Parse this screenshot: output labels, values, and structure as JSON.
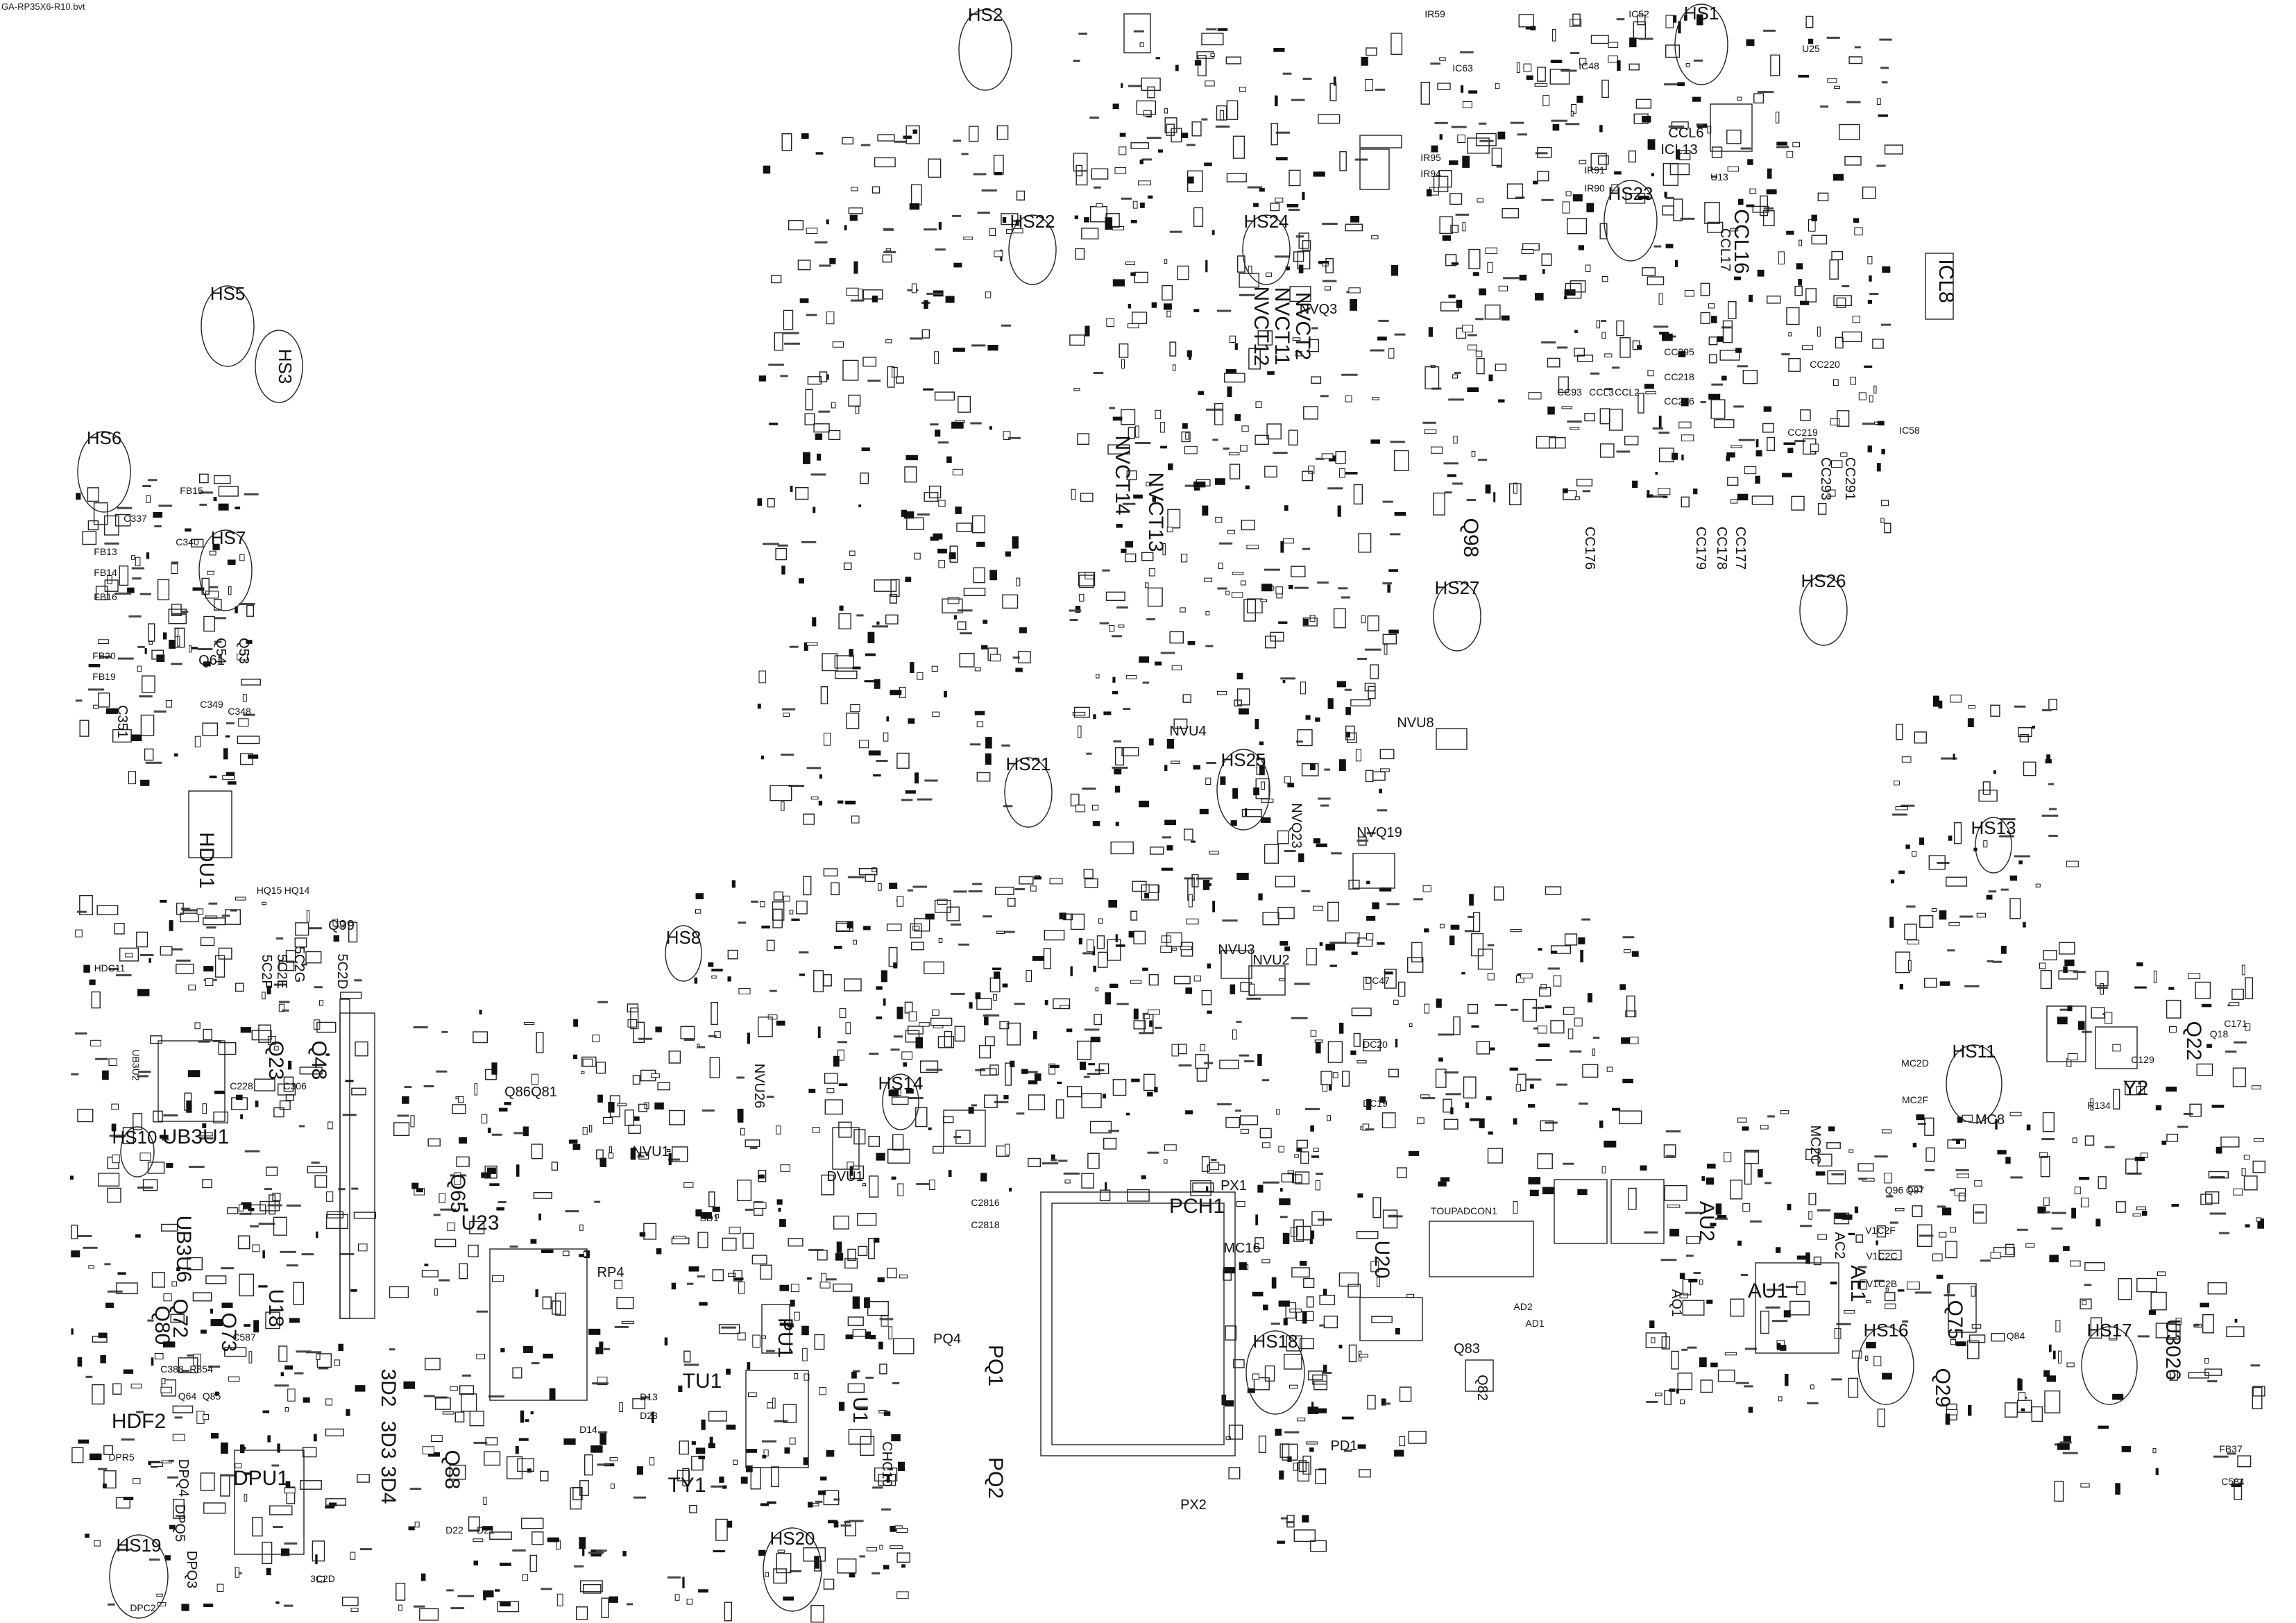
{
  "title": "GA-RP35X6-R10.bvt",
  "heatsinks": [
    {
      "label": "HS1"
    },
    {
      "label": "HS2"
    },
    {
      "label": "HS3"
    },
    {
      "label": "HS5"
    },
    {
      "label": "HS6"
    },
    {
      "label": "HS7"
    },
    {
      "label": "HS8"
    },
    {
      "label": "HS10"
    },
    {
      "label": "HS11"
    },
    {
      "label": "HS13"
    },
    {
      "label": "HS14"
    },
    {
      "label": "HS16"
    },
    {
      "label": "HS17"
    },
    {
      "label": "HS18"
    },
    {
      "label": "HS19"
    },
    {
      "label": "HS20"
    },
    {
      "label": "HS21"
    },
    {
      "label": "HS22"
    },
    {
      "label": "HS23"
    },
    {
      "label": "HS24"
    },
    {
      "label": "HS25"
    },
    {
      "label": "HS26"
    },
    {
      "label": "HS27"
    }
  ],
  "big_parts": [
    {
      "label": "PCH1"
    },
    {
      "label": "AU1"
    },
    {
      "label": "UB3U1"
    },
    {
      "label": "HDU1"
    },
    {
      "label": "DPU1"
    },
    {
      "label": "TU1"
    },
    {
      "label": "NVU1"
    },
    {
      "label": "U23"
    },
    {
      "label": "PU1"
    },
    {
      "label": "U1"
    },
    {
      "label": "PQ1"
    },
    {
      "label": "PQ2"
    },
    {
      "label": "PX2"
    },
    {
      "label": "DVU1"
    },
    {
      "label": "U20"
    },
    {
      "label": "AU2"
    },
    {
      "label": "AL1"
    },
    {
      "label": "AQ1"
    },
    {
      "label": "ICL8"
    },
    {
      "label": "CCL16"
    },
    {
      "label": "CCL17"
    },
    {
      "label": "ICL13"
    },
    {
      "label": "CCL6"
    },
    {
      "label": "NVCT2"
    },
    {
      "label": "NVCT11"
    },
    {
      "label": "NVCT12"
    },
    {
      "label": "NVCT13"
    },
    {
      "label": "NVCT14"
    },
    {
      "label": "NVQ3"
    },
    {
      "label": "NVU8"
    },
    {
      "label": "NVU3"
    },
    {
      "label": "NVU2"
    },
    {
      "label": "NVU26"
    },
    {
      "label": "NVQ19"
    },
    {
      "label": "NVU4"
    },
    {
      "label": "NVQ23"
    },
    {
      "label": "Q23"
    },
    {
      "label": "Q48"
    },
    {
      "label": "Q65"
    },
    {
      "label": "Q88"
    },
    {
      "label": "Q72"
    },
    {
      "label": "Q73"
    },
    {
      "label": "Q80"
    },
    {
      "label": "U18"
    },
    {
      "label": "UB3U6"
    },
    {
      "label": "HDF2"
    },
    {
      "label": "TY1"
    },
    {
      "label": "Q29"
    },
    {
      "label": "Q75"
    },
    {
      "label": "Q22"
    },
    {
      "label": "Y2"
    },
    {
      "label": "U3026"
    },
    {
      "label": "MC8"
    },
    {
      "label": "MC2C"
    },
    {
      "label": "Q98"
    },
    {
      "label": "3D2"
    },
    {
      "label": "3D3"
    },
    {
      "label": "3D4"
    },
    {
      "label": "CC176"
    },
    {
      "label": "CC179"
    },
    {
      "label": "CC178"
    },
    {
      "label": "CC177"
    },
    {
      "label": "CC293"
    },
    {
      "label": "CC291"
    },
    {
      "label": "C351"
    },
    {
      "label": "RP4"
    },
    {
      "label": "PQ4"
    },
    {
      "label": "CHC10"
    },
    {
      "label": "5C2G"
    },
    {
      "label": "5C2E"
    },
    {
      "label": "5C2F"
    },
    {
      "label": "5C2D"
    },
    {
      "label": "Q81"
    },
    {
      "label": "Q86"
    },
    {
      "label": "DPQ5"
    },
    {
      "label": "DPQ4"
    },
    {
      "label": "DPQ3"
    },
    {
      "label": "HQ15"
    },
    {
      "label": "HQ14"
    },
    {
      "label": "UB3U2"
    },
    {
      "label": "Q61"
    },
    {
      "label": "Q53"
    },
    {
      "label": "Q54"
    },
    {
      "label": "Q99"
    },
    {
      "label": "Q83"
    },
    {
      "label": "Q82"
    },
    {
      "label": "PX1"
    },
    {
      "label": "PD1"
    },
    {
      "label": "MC16"
    },
    {
      "label": "AC2"
    }
  ],
  "small_labels": [
    {
      "label": "FB15"
    },
    {
      "label": "FB13"
    },
    {
      "label": "FB14"
    },
    {
      "label": "FB16"
    },
    {
      "label": "FB20"
    },
    {
      "label": "FB19"
    },
    {
      "label": "C337"
    },
    {
      "label": "C340"
    },
    {
      "label": "C349"
    },
    {
      "label": "C348"
    },
    {
      "label": "IR95"
    },
    {
      "label": "IR94"
    },
    {
      "label": "IR91"
    },
    {
      "label": "IR90"
    },
    {
      "label": "IC63"
    },
    {
      "label": "IC48"
    },
    {
      "label": "IC52"
    },
    {
      "label": "U25"
    },
    {
      "label": "U13"
    },
    {
      "label": "CC295"
    },
    {
      "label": "CC216"
    },
    {
      "label": "CC218"
    },
    {
      "label": "CCL3"
    },
    {
      "label": "CCL2"
    },
    {
      "label": "CC93"
    },
    {
      "label": "CC220"
    },
    {
      "label": "CC219"
    },
    {
      "label": "TOUPADCON1"
    },
    {
      "label": "AD1"
    },
    {
      "label": "AD2"
    },
    {
      "label": "SD1"
    },
    {
      "label": "DC47"
    },
    {
      "label": "DC20"
    },
    {
      "label": "DC19"
    },
    {
      "label": "MC2D"
    },
    {
      "label": "MC2F"
    },
    {
      "label": "R134"
    },
    {
      "label": "FB37"
    },
    {
      "label": "C584"
    },
    {
      "label": "D23"
    },
    {
      "label": "D13"
    },
    {
      "label": "D14"
    },
    {
      "label": "D22"
    },
    {
      "label": "D21"
    },
    {
      "label": "DPR5"
    },
    {
      "label": "DPC2"
    },
    {
      "label": "3C2D"
    },
    {
      "label": "C388"
    },
    {
      "label": "Q64"
    },
    {
      "label": "Q85"
    },
    {
      "label": "R854"
    },
    {
      "label": "C587"
    },
    {
      "label": "C228"
    },
    {
      "label": "C306"
    },
    {
      "label": "HDC11"
    },
    {
      "label": "C2816"
    },
    {
      "label": "C2818"
    },
    {
      "label": "V1C2F"
    },
    {
      "label": "V1C2C"
    },
    {
      "label": "V1C2B"
    },
    {
      "label": "Q96"
    },
    {
      "label": "Q97"
    },
    {
      "label": "Q84"
    },
    {
      "label": "C129"
    },
    {
      "label": "Q18"
    },
    {
      "label": "C171"
    },
    {
      "label": "IR59"
    },
    {
      "label": "IC58"
    }
  ]
}
